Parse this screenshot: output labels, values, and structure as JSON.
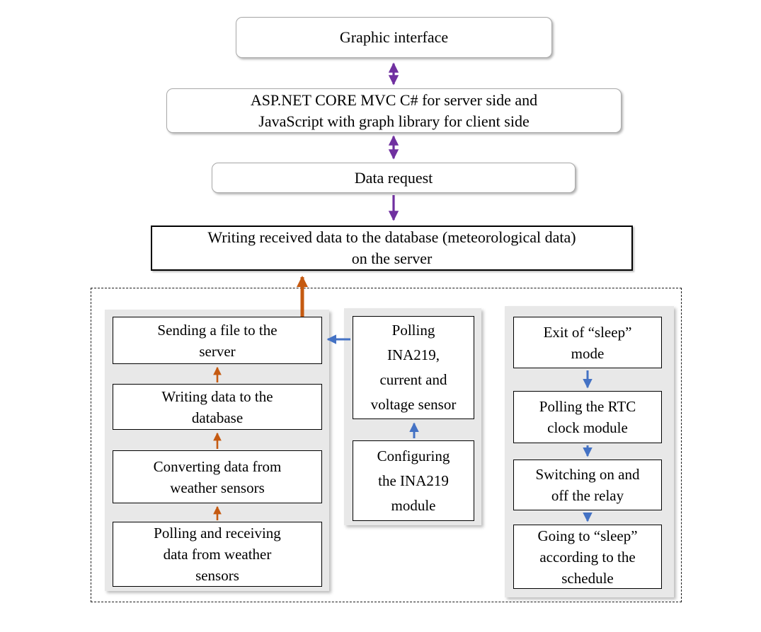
{
  "colors": {
    "purple": "#7030A0",
    "orange": "#C55A11",
    "blue": "#4472C4",
    "panel_gray": "#E8E8E8",
    "rounded_border": "#A9A9A9",
    "box_border": "#000000",
    "dashed_border": "#1A1A1A"
  },
  "flow": {
    "graphic_interface": [
      "Graphic interface"
    ],
    "server_stack": [
      "ASP.NET CORE MVC C# for server side and",
      "JavaScript with graph library for client side"
    ],
    "data_request": [
      "Data request"
    ],
    "writing_received": [
      "Writing received data to the database (meteorological data)",
      "on the server"
    ]
  },
  "group": {
    "file_chain": [
      [
        "Sending a file to the",
        "server"
      ],
      [
        "Writing data to the",
        "database"
      ],
      [
        "Converting data from",
        "weather sensors"
      ],
      [
        "Polling and receiving",
        "data from weather",
        "sensors"
      ]
    ],
    "ina219_chain": [
      [
        "Polling",
        "INA219,",
        "current and",
        "voltage sensor"
      ],
      [
        "Configuring",
        "the INA219",
        "module"
      ]
    ],
    "sleep_chain": [
      [
        "Exit of “sleep”",
        "mode"
      ],
      [
        "Polling the RTC",
        "clock module"
      ],
      [
        "Switching on and",
        "off the relay"
      ],
      [
        "Going to “sleep”",
        "according to the",
        "schedule"
      ]
    ]
  },
  "edges": [
    {
      "from": "graphic_interface",
      "to": "server_stack",
      "color": "purple",
      "direction": "both"
    },
    {
      "from": "server_stack",
      "to": "data_request",
      "color": "purple",
      "direction": "both"
    },
    {
      "from": "data_request",
      "to": "writing_received",
      "color": "purple",
      "direction": "down"
    },
    {
      "from": "sending_file_to_server",
      "to": "writing_received",
      "color": "orange",
      "direction": "up"
    },
    {
      "from": "writing_data_to_database",
      "to": "sending_file_to_server",
      "color": "orange",
      "direction": "up"
    },
    {
      "from": "converting_data",
      "to": "writing_data_to_database",
      "color": "orange",
      "direction": "up"
    },
    {
      "from": "polling_weather_sensors",
      "to": "converting_data",
      "color": "orange",
      "direction": "up"
    },
    {
      "from": "polling_ina219",
      "to": "sending_file_to_server",
      "color": "blue",
      "direction": "left"
    },
    {
      "from": "configuring_ina219",
      "to": "polling_ina219",
      "color": "blue",
      "direction": "up"
    },
    {
      "from": "exit_sleep_mode",
      "to": "polling_rtc",
      "color": "blue",
      "direction": "down"
    },
    {
      "from": "polling_rtc",
      "to": "switching_relay",
      "color": "blue",
      "direction": "down"
    },
    {
      "from": "switching_relay",
      "to": "going_to_sleep",
      "color": "blue",
      "direction": "down"
    }
  ]
}
